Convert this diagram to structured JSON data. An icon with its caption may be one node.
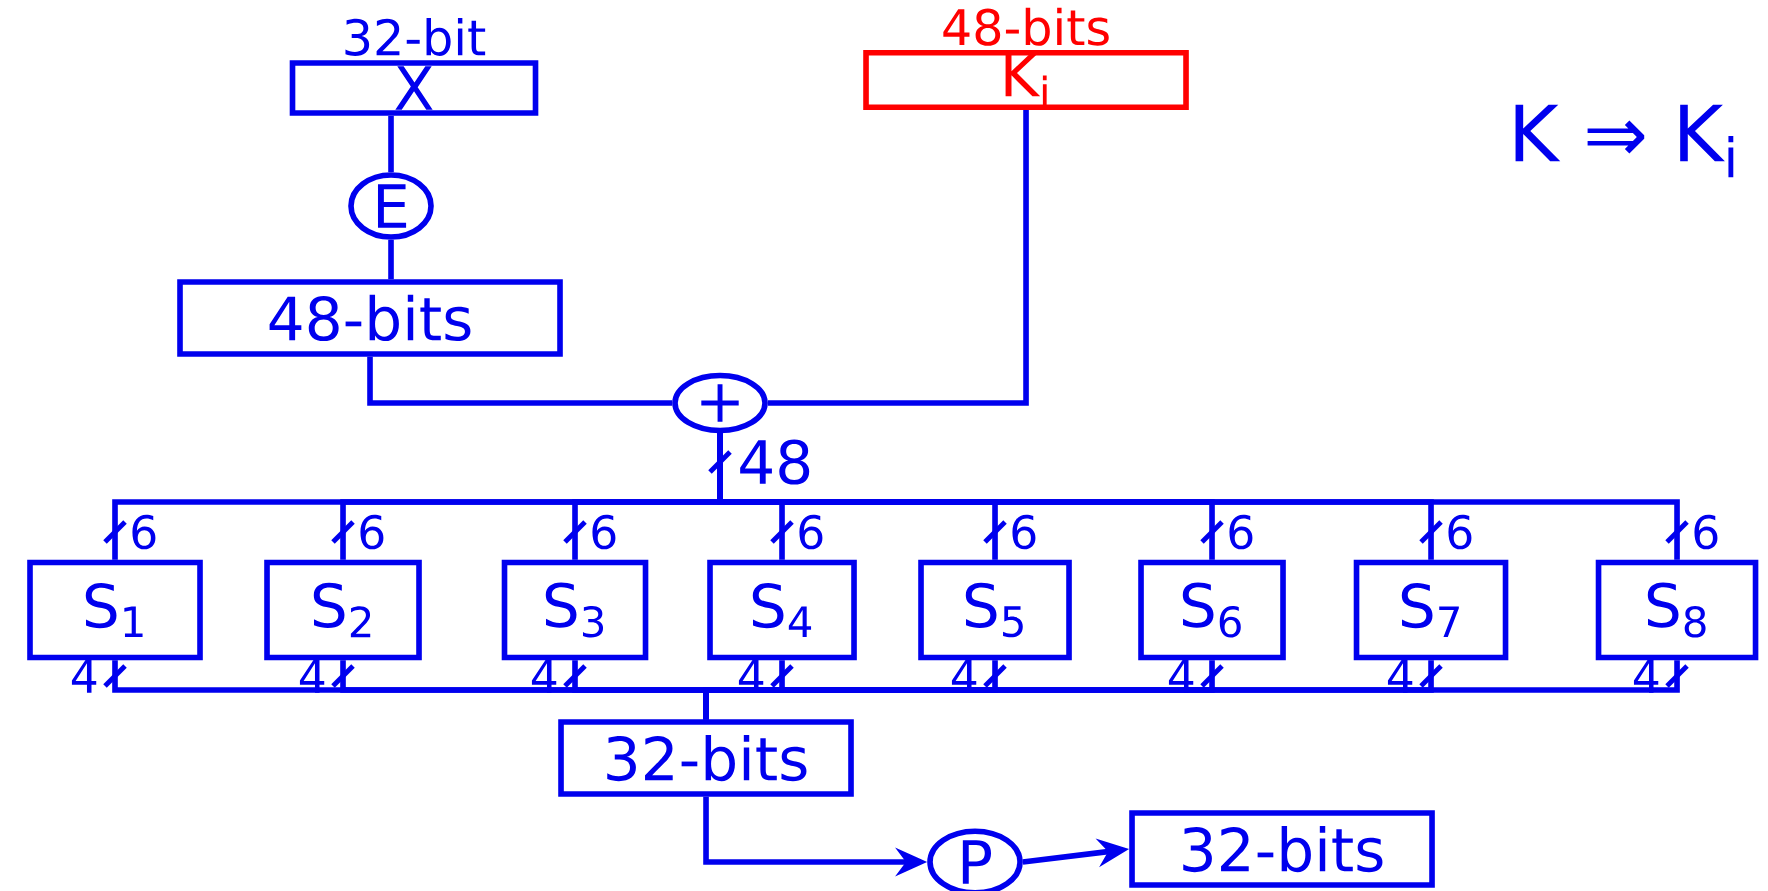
{
  "diagram": {
    "nodes": [
      {
        "text": [
          "32-bit",
          "X"
        ]
      },
      {
        "text": [
          "48-bits",
          "K$_{i}$"
        ]
      },
      {
        "text": [
          "E"
        ]
      },
      {
        "text": [
          "48-bits"
        ]
      },
      {
        "text": [
          "+"
        ]
      },
      {
        "text": [
          "S$_{1}$"
        ]
      },
      {
        "text": [
          "S$_{2}$"
        ]
      },
      {
        "text": [
          "S$_{3}$"
        ]
      },
      {
        "text": [
          "S$_{4}$"
        ]
      },
      {
        "text": [
          "S$_{5}$"
        ]
      },
      {
        "text": [
          "S$_{6}$"
        ]
      },
      {
        "text": [
          "S$_{7}$"
        ]
      },
      {
        "text": [
          "S$_{8}$"
        ]
      },
      {
        "text": [
          "32-bits"
        ]
      },
      {
        "text": [
          "P"
        ]
      },
      {
        "text": [
          "32-bits"
        ]
      }
    ],
    "edges": [
      {
        "from": 0,
        "to": 2,
        "arrow": "none"
      },
      {
        "from": 2,
        "to": 3,
        "arrow": "none"
      },
      {
        "from": 3,
        "to": 4,
        "arrow": "none"
      },
      {
        "from": 1,
        "to": 4,
        "arrow": "none"
      },
      {
        "from": 4,
        "to": 5,
        "arrow": "none",
        "label": "6"
      },
      {
        "from": 4,
        "to": 6,
        "arrow": "none",
        "label": "6"
      },
      {
        "from": 4,
        "to": 7,
        "arrow": "none",
        "label": "6"
      },
      {
        "from": 4,
        "to": 8,
        "arrow": "none",
        "label": "6"
      },
      {
        "from": 4,
        "to": 9,
        "arrow": "none",
        "label": "6"
      },
      {
        "from": 4,
        "to": 10,
        "arrow": "none",
        "label": "6"
      },
      {
        "from": 4,
        "to": 11,
        "arrow": "none",
        "label": "6"
      },
      {
        "from": 4,
        "to": 12,
        "arrow": "none",
        "label": "6"
      },
      {
        "from": 5,
        "to": 13,
        "arrow": "none",
        "label": "4"
      },
      {
        "from": 6,
        "to": 13,
        "arrow": "none",
        "label": "4"
      },
      {
        "from": 7,
        "to": 13,
        "arrow": "none",
        "label": "4"
      },
      {
        "from": 8,
        "to": 13,
        "arrow": "none",
        "label": "4"
      },
      {
        "from": 9,
        "to": 13,
        "arrow": "none",
        "label": "4"
      },
      {
        "from": 10,
        "to": 13,
        "arrow": "none",
        "label": "4"
      },
      {
        "from": 11,
        "to": 13,
        "arrow": "none",
        "label": "4"
      },
      {
        "from": 12,
        "to": 13,
        "arrow": "none",
        "label": "4"
      },
      {
        "from": 13,
        "to": 14,
        "arrow": "to"
      },
      {
        "from": 14,
        "to": 15,
        "arrow": "to"
      }
    ],
    "labels": [
      "48",
      "K ⇒ K$_{i}$"
    ]
  }
}
